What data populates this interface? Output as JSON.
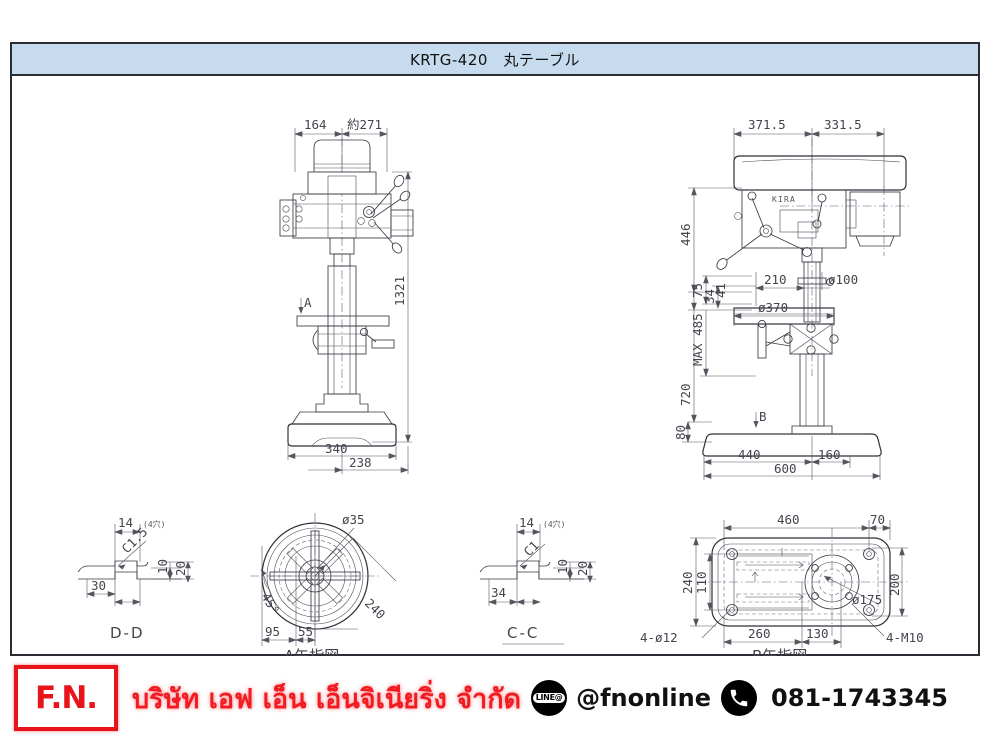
{
  "title": "KRTG-420　丸テーブル",
  "drawing": {
    "brand_text": "KIRA",
    "front_view": {
      "dims": [
        "164",
        "約271",
        "1321",
        "340",
        "238"
      ],
      "section_arrow": "A"
    },
    "side_view": {
      "dims": [
        "371.5",
        "331.5",
        "446",
        "75",
        "34",
        "41",
        "MAX 485",
        "720",
        "80",
        "210",
        "ø100",
        "ø370",
        "440",
        "160",
        "600"
      ],
      "section_arrow": "B"
    },
    "section_dd": {
      "label": "D-D",
      "dims": [
        "14",
        "(4穴)",
        "C1.5",
        "10",
        "20",
        "30"
      ]
    },
    "view_a": {
      "label": "A矢指図",
      "dims": [
        "ø35",
        "45°",
        "240",
        "95",
        "55"
      ]
    },
    "section_cc": {
      "label": "C-C",
      "dims": [
        "14",
        "(4穴)",
        "C1",
        "10",
        "20",
        "34"
      ]
    },
    "view_b": {
      "label": "B矢指図",
      "dims": [
        "460",
        "70",
        "240",
        "110",
        "200",
        "ø175",
        "260",
        "130",
        "4-ø12",
        "4-M10"
      ]
    }
  },
  "footer": {
    "logo": "F.N.",
    "company": "บริษัท เอฟ เอ็น เอ็นจิเนียริ่ง จำกัด",
    "line_badge": "LINE@",
    "line_id": "@fnonline",
    "phone": "081-1743345"
  },
  "colors": {
    "header_bg": "#c6dcee",
    "frame": "#2b2b33",
    "brand_red": "#f21b22",
    "line_black": "#000000"
  }
}
